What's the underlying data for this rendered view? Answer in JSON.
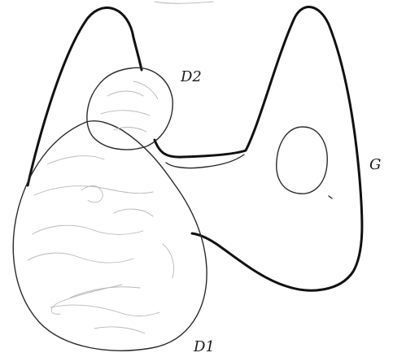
{
  "labels": {
    "d2": "D2",
    "g": "G",
    "d1": "D1"
  }
}
